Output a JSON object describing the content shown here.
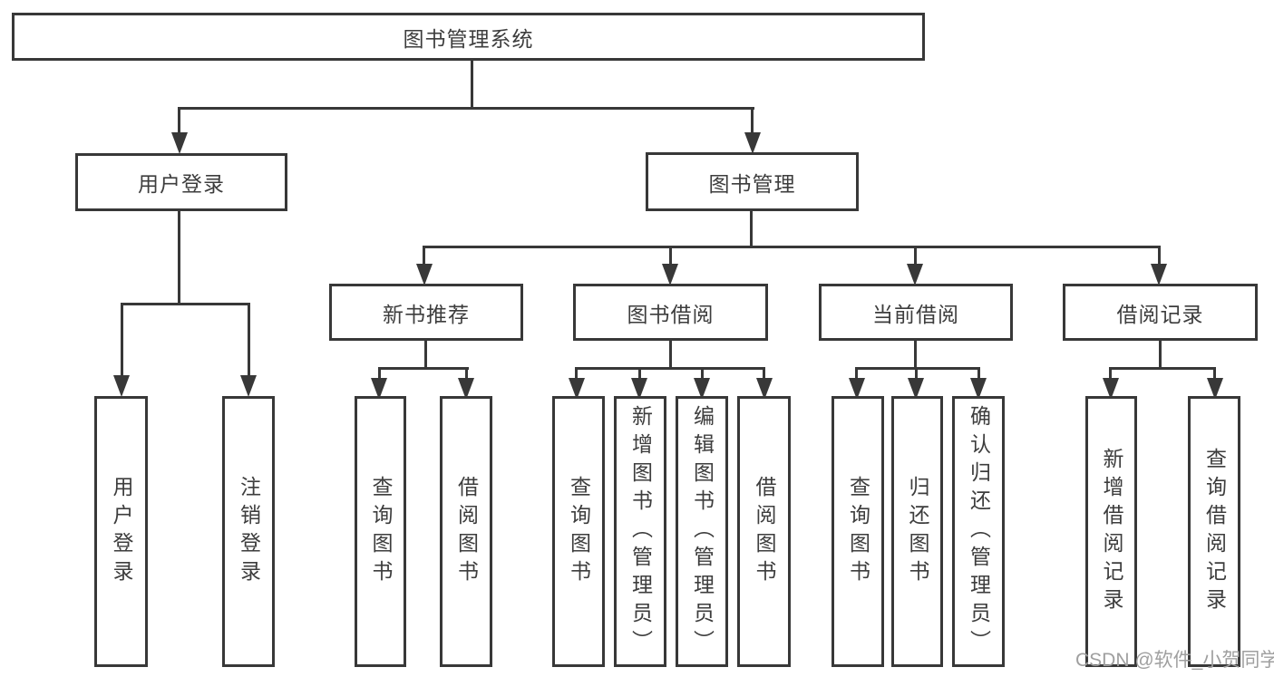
{
  "root": {
    "label": "图书管理系统"
  },
  "level2": {
    "user_login": {
      "label": "用户登录"
    },
    "book_mgmt": {
      "label": "图书管理"
    }
  },
  "level3": {
    "new_book": {
      "label": "新书推荐"
    },
    "book_borrow": {
      "label": "图书借阅"
    },
    "current_borrow": {
      "label": "当前借阅"
    },
    "borrow_record": {
      "label": "借阅记录"
    }
  },
  "leaves": {
    "user_login": [
      "用户登录",
      "注销登录"
    ],
    "new_book": [
      "查询图书",
      "借阅图书"
    ],
    "book_borrow": [
      "查询图书",
      "新增图书（管理员）",
      "编辑图书（管理员）",
      "借阅图书"
    ],
    "current_borrow": [
      "查询图书",
      "归还图书",
      "确认归还（管理员）"
    ],
    "borrow_record": [
      "新增借阅记录",
      "查询借阅记录"
    ]
  },
  "watermark": "CSDN @软件_小贺同学",
  "colors": {
    "line": "#383838",
    "text": "#3d3d3d",
    "watermark": "#9f9f9f",
    "background": "#ffffff"
  }
}
